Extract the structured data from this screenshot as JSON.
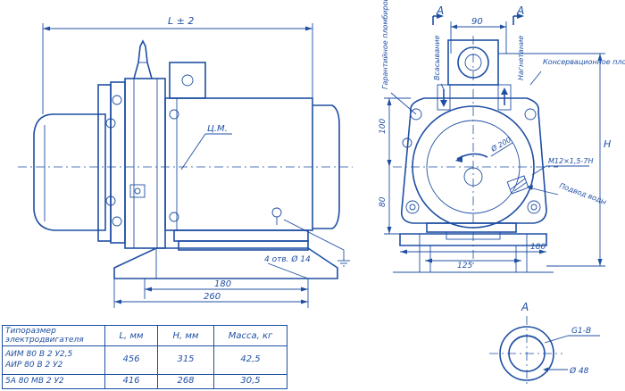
{
  "drawing": {
    "side_view": {
      "overall_length": "L ± 2",
      "center_mark_label": "Ц.М.",
      "holes_label": "4 отв. Ø 14",
      "dim_bolt_spacing": "180",
      "dim_base_length": "260"
    },
    "end_view": {
      "section_marker": "А",
      "dim_top": "90",
      "label_suction": "Всасывание",
      "label_discharge": "Нагнетание",
      "label_gland": "Гарантийное пломбирование",
      "label_preserve": "Консервационное пломбирование",
      "dim_upper": "100",
      "dim_lower": "80",
      "dim_diameter": "Ø 200",
      "thread_label": "M12×1,5-7H",
      "water_label": "Подвод воды",
      "dim_bolt_span": "125",
      "dim_base_width": "180",
      "dim_height": "H"
    },
    "detail_a": {
      "title": "А",
      "thread": "G1-В",
      "diameter": "Ø 48"
    }
  },
  "spec_table": {
    "headers": [
      "Типоразмер электродвигателя",
      "L, мм",
      "H, мм",
      "Масса, кг"
    ],
    "motor_types": [
      "АИМ 80 В 2 У2,5",
      "АИР 80 В 2 У2",
      "5А 80 МВ 2 У2"
    ],
    "rows": [
      {
        "L": "456",
        "H": "315",
        "mass": "42,5"
      },
      {
        "L": "416",
        "H": "268",
        "mass": "30,5"
      }
    ]
  }
}
